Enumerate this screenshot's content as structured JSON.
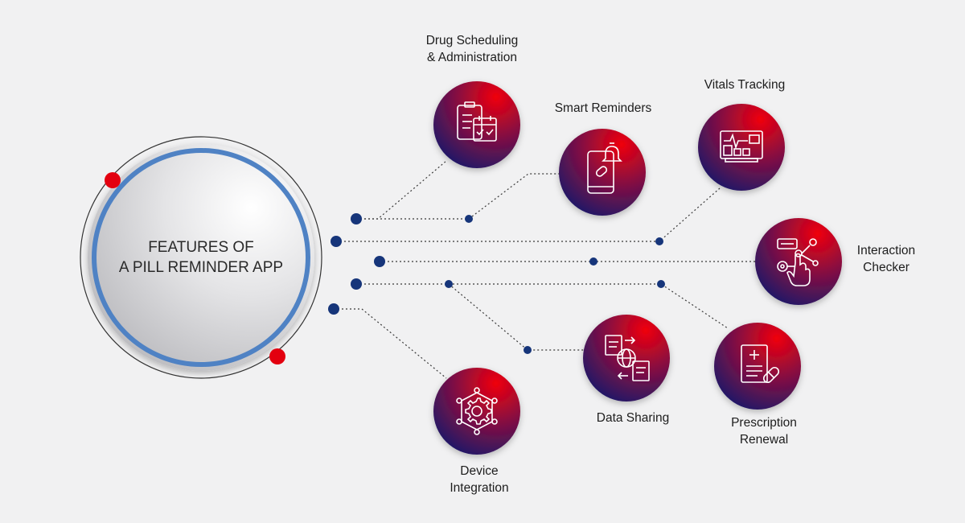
{
  "hub": {
    "line1": "FEATURES OF",
    "line2": "A PILL REMINDER APP"
  },
  "features": {
    "drug_scheduling": {
      "line1": "Drug Scheduling",
      "line2": "& Administration",
      "icon": "clipboard-calendar-icon"
    },
    "smart_reminders": {
      "line1": "Smart Reminders",
      "icon": "phone-alarm-pill-icon"
    },
    "vitals_tracking": {
      "line1": "Vitals Tracking",
      "icon": "vitals-monitor-icon"
    },
    "interaction_checker": {
      "line1": "Interaction",
      "line2": "Checker",
      "icon": "touch-interaction-icon"
    },
    "data_sharing": {
      "line1": "Data Sharing",
      "icon": "globe-document-exchange-icon"
    },
    "prescription_renewal": {
      "line1": "Prescription",
      "line2": "Renewal",
      "icon": "prescription-pill-icon"
    },
    "device_integration": {
      "line1": "Device",
      "line2": "Integration",
      "icon": "gear-network-icon"
    }
  },
  "colors": {
    "red": "#e3000f",
    "navy": "#1a1f6e",
    "blue_ring": "#4f82c4",
    "dot": "#16357a"
  }
}
